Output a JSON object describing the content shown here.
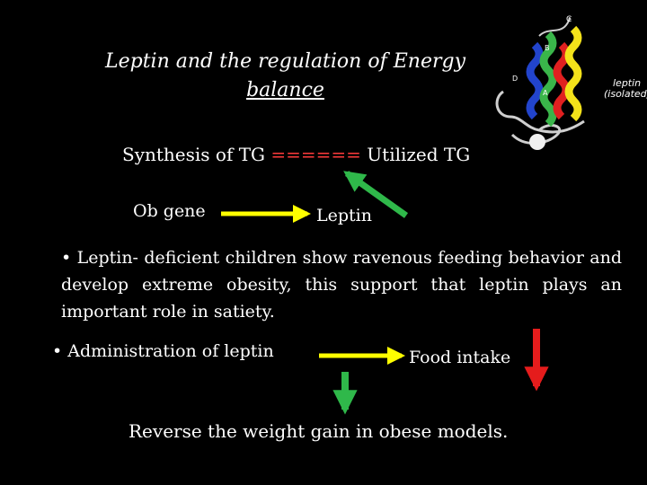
{
  "slide": {
    "title_line1": "Leptin and the regulation of Energy",
    "title_line2": "balance",
    "synthesis_prefix": "Synthesis of TG ",
    "synthesis_equals": "======",
    "synthesis_suffix": " Utilized TG",
    "ob_gene": "Ob gene",
    "leptin": "Leptin",
    "bullet1_marker": "•",
    "bullet1_text": "Leptin- deficient children show ravenous feeding behavior and develop extreme obesity, this support that leptin plays an important role in satiety.",
    "bullet2_marker": "•",
    "bullet2_text": "Administration of leptin",
    "food_intake": "Food intake",
    "reverse_text": "Reverse the weight gain in obese models."
  },
  "figure": {
    "caption_line1": "leptin",
    "caption_line2": "(isolated)",
    "helix_labels": [
      "C",
      "B",
      "A",
      "D"
    ]
  },
  "colors": {
    "background": "#000000",
    "text": "#ffffff",
    "equals_red": "#ff3b3b",
    "arrow_yellow": "#ffff00",
    "arrow_green": "#2fb84a",
    "arrow_red": "#e51c1c",
    "helix_yellow": "#f4e21a",
    "helix_red": "#e02020",
    "helix_green": "#3ab54a",
    "helix_blue": "#2244cc"
  }
}
